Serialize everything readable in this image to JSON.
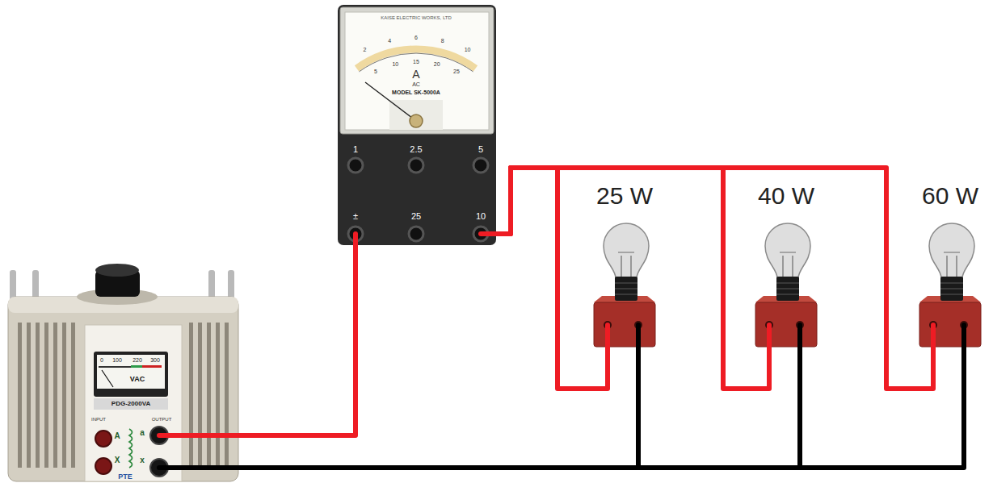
{
  "diagram": {
    "nodes": [
      {
        "text": [
          "VAC",
          "PDG-2000VA",
          "INPUT",
          "OUTPUT",
          "A",
          "a",
          "X",
          "x"
        ]
      },
      {
        "text": [
          "KAISE ELECTRIC WORKS, LTD",
          "A",
          "AC",
          "MODEL SK-5000A",
          "1",
          "2.5",
          "5",
          "±",
          "25",
          "10"
        ]
      },
      {
        "text": [
          "25 W"
        ]
      },
      {
        "text": [
          "40 W"
        ]
      },
      {
        "text": [
          "60 W"
        ]
      }
    ],
    "edges": [
      {
        "from": 0,
        "to": 1,
        "arrow": "none"
      },
      {
        "from": 1,
        "to": 2,
        "arrow": "none"
      },
      {
        "from": 1,
        "to": 3,
        "arrow": "none"
      },
      {
        "from": 1,
        "to": 4,
        "arrow": "none"
      },
      {
        "from": 0,
        "to": 2,
        "arrow": "none"
      },
      {
        "from": 0,
        "to": 3,
        "arrow": "none"
      },
      {
        "from": 0,
        "to": 4,
        "arrow": "none"
      }
    ],
    "labels": [
      "2",
      "4",
      "6",
      "8",
      "10",
      "5",
      "10",
      "15",
      "20",
      "25",
      "0",
      "100",
      "220",
      "300",
      "PTE"
    ]
  }
}
